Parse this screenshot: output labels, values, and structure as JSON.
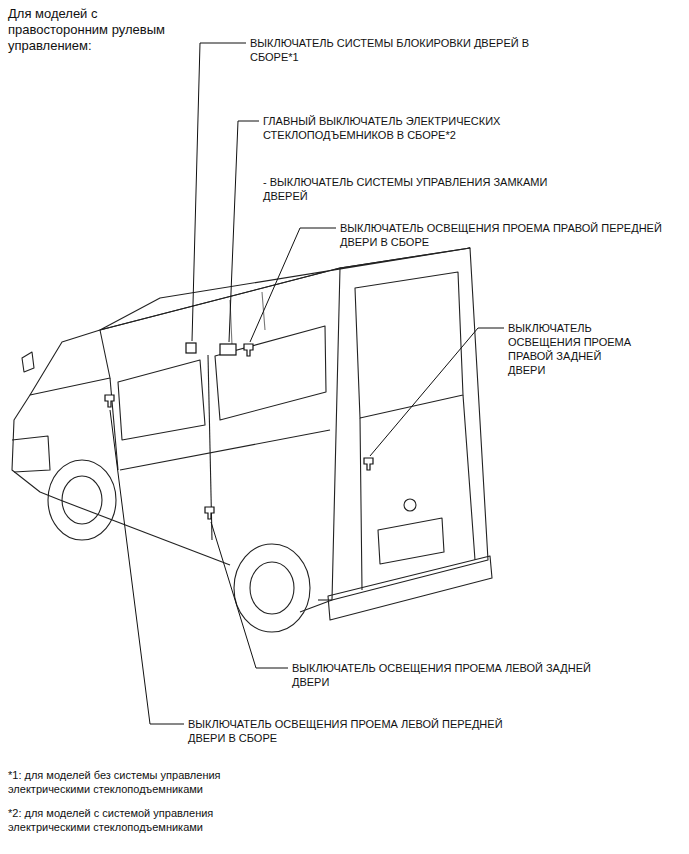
{
  "diagram": {
    "title": "Для моделей с правосторонним рулевым управлением:",
    "labels": [
      "ВЫКЛЮЧАТЕЛЬ СИСТЕМЫ БЛОКИРОВКИ ДВЕРЕЙ В СБОРЕ*1",
      "ГЛАВНЫЙ ВЫКЛЮЧАТЕЛЬ ЭЛЕКТРИЧЕСКИХ СТЕКЛОПОДЪЕМНИКОВ В СБОРЕ*2",
      "- ВЫКЛЮЧАТЕЛЬ СИСТЕМЫ УПРАВЛЕНИЯ ЗАМКАМИ ДВЕРЕЙ",
      "ВЫКЛЮЧАТЕЛЬ ОСВЕЩЕНИЯ ПРОЕМА ПРАВОЙ ПЕРЕДНЕЙ ДВЕРИ В СБОРЕ",
      "ВЫКЛЮЧАТЕЛЬ ОСВЕЩЕНИЯ ПРОЕМА ПРАВОЙ ЗАДНЕЙ ДВЕРИ",
      "ВЫКЛЮЧАТЕЛЬ ОСВЕЩЕНИЯ ПРОЕМА ЛЕВОЙ ЗАДНЕЙ ДВЕРИ",
      "ВЫКЛЮЧАТЕЛЬ ОСВЕЩЕНИЯ ПРОЕМА ЛЕВОЙ ПЕРЕДНЕЙ ДВЕРИ В СБОРЕ",
      "*1: для моделей без системы управления электрическими стеклоподъемниками",
      "*2: для моделей с системой управления электрическими стеклоподъемниками"
    ]
  }
}
